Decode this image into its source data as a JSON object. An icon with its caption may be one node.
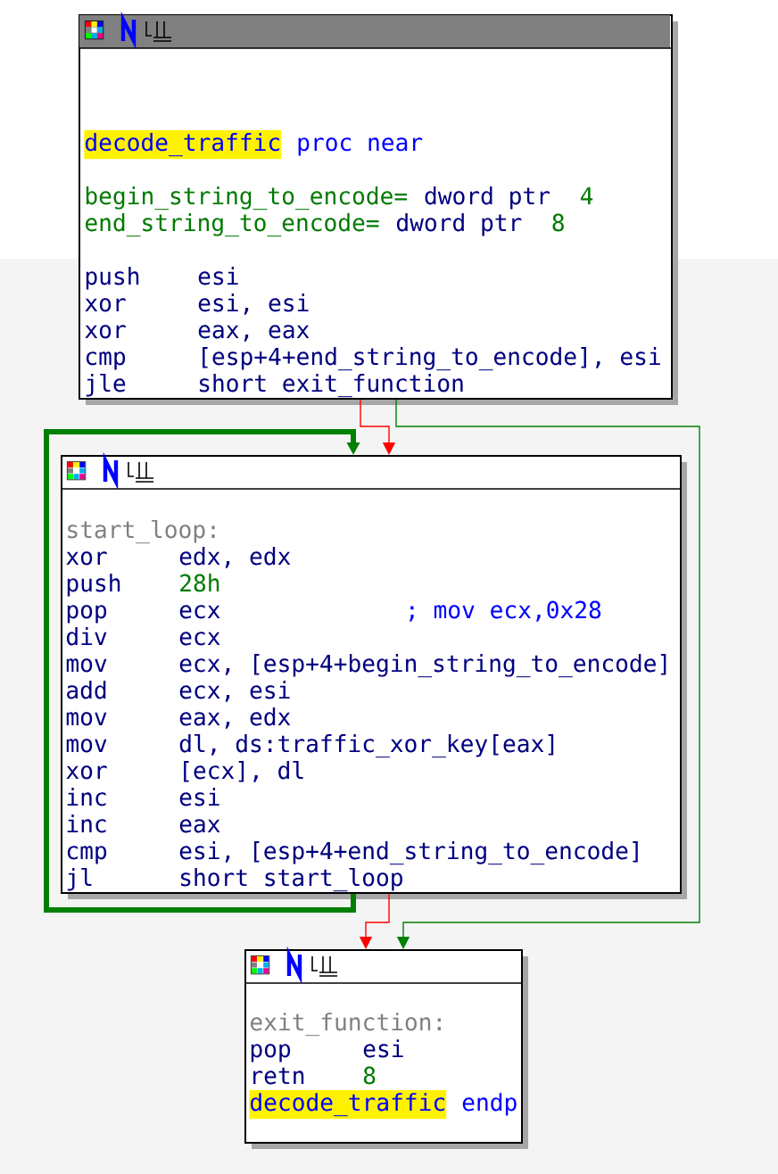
{
  "diagram": {
    "nodes": [
      {
        "text": [
          "decode_traffic",
          "proc near",
          "begin_string_to_encode=",
          "dword ptr",
          "4",
          "end_string_to_encode=",
          "dword ptr",
          "8",
          "push",
          "esi",
          "xor",
          "esi, esi",
          "xor",
          "eax, eax",
          "cmp",
          "[esp+4+end_string_to_encode], esi",
          "jle",
          "short exit_function"
        ]
      },
      {
        "text": [
          "start_loop:",
          "xor",
          "edx, edx",
          "push",
          "28h",
          "pop",
          "ecx",
          "; mov ecx,0x28",
          "div",
          "ecx",
          "mov",
          "ecx, [esp+4+begin_string_to_encode]",
          "add",
          "ecx, esi",
          "mov",
          "eax, edx",
          "mov",
          "dl, ds:traffic_xor_key[eax]",
          "xor",
          "[ecx], dl",
          "inc",
          "esi",
          "inc",
          "eax",
          "cmp",
          "esi, [esp+4+end_string_to_encode]",
          "jl",
          "short start_loop"
        ]
      },
      {
        "text": [
          "exit_function:",
          "pop",
          "esi",
          "retn",
          "8",
          "decode_traffic",
          "endp"
        ]
      }
    ],
    "edges": [
      {
        "from": 0,
        "to": 1,
        "arrow": "to",
        "color": "#ff0000"
      },
      {
        "from": 0,
        "to": 2,
        "arrow": "to",
        "color": "#008000"
      },
      {
        "from": 1,
        "to": 1,
        "arrow": "to",
        "style": "thick",
        "color": "#008000"
      },
      {
        "from": 1,
        "to": 2,
        "arrow": "to",
        "color": "#ff0000"
      }
    ]
  }
}
